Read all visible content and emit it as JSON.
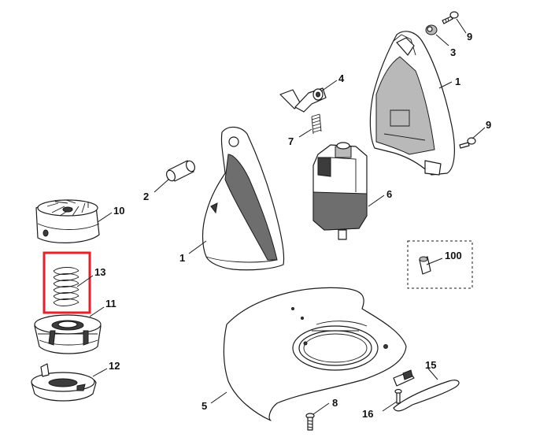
{
  "highlight_color": "#e8202a",
  "callouts": [
    {
      "id": "c9a",
      "label": "9"
    },
    {
      "id": "c3",
      "label": "3"
    },
    {
      "id": "c4",
      "label": "4"
    },
    {
      "id": "c1a",
      "label": "1"
    },
    {
      "id": "c7",
      "label": "7"
    },
    {
      "id": "c9b",
      "label": "9"
    },
    {
      "id": "c2",
      "label": "2"
    },
    {
      "id": "c6",
      "label": "6"
    },
    {
      "id": "c10",
      "label": "10"
    },
    {
      "id": "c1b",
      "label": "1"
    },
    {
      "id": "c100",
      "label": "100"
    },
    {
      "id": "c13",
      "label": "13"
    },
    {
      "id": "c11",
      "label": "11"
    },
    {
      "id": "c12",
      "label": "12"
    },
    {
      "id": "c15",
      "label": "15"
    },
    {
      "id": "c5",
      "label": "5"
    },
    {
      "id": "c8",
      "label": "8"
    },
    {
      "id": "c16",
      "label": "16"
    }
  ]
}
